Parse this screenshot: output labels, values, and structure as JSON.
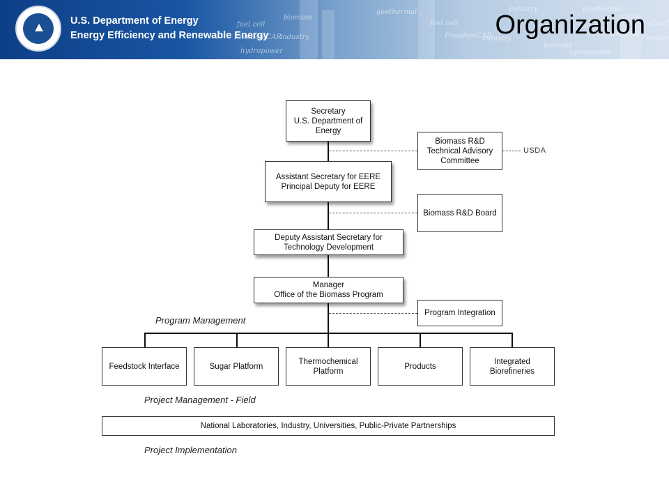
{
  "header": {
    "agency_line1": "U.S. Department of Energy",
    "agency_line2": "Energy Efficiency and Renewable Energy",
    "slide_title": "Organization",
    "background_words": [
      "geothermal",
      "fuel cell",
      "industry",
      "biomass",
      "FreedomCAR",
      "hydropower",
      "fuel cell",
      "FreedomCAR",
      "industry",
      "geothermal",
      "fuel cell",
      "hydropower",
      "biomass",
      "FreedomCAR",
      "industry",
      "FreedomCAR"
    ],
    "brand_color": "#1a56a3"
  },
  "org_chart": {
    "main_chain": [
      "Secretary\nU.S. Department of\nEnergy",
      "Assistant Secretary for EERE\nPrincipal Deputy for EERE",
      "Deputy Assistant Secretary for\nTechnology Development",
      "Manager\nOffice of the Biomass Program"
    ],
    "side_boxes": [
      "Biomass R&D\nTechnical Advisory\nCommittee",
      "Biomass R&D Board",
      "Program Integration"
    ],
    "external_link": "USDA",
    "program_boxes": [
      "Feedstock Interface",
      "Sugar Platform",
      "Thermochemical\nPlatform",
      "Products",
      "Integrated\nBiorefineries"
    ],
    "partners_box": "National Laboratories, Industry, Universities, Public-Private Partnerships",
    "labels": {
      "program_management": "Program Management",
      "project_management_field": "Project Management - Field",
      "project_implementation": "Project Implementation"
    }
  }
}
